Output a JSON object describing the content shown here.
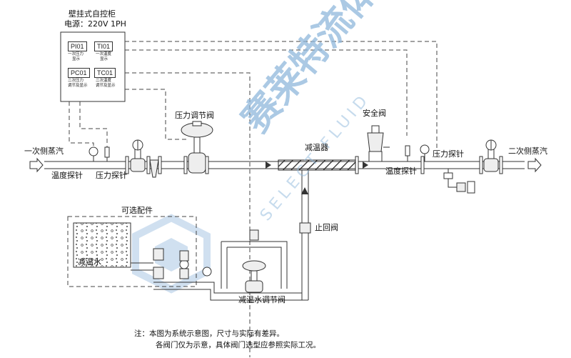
{
  "cabinet": {
    "title": "壁挂式自控柜",
    "power": "电源：220V 1PH",
    "instruments": [
      {
        "tag": "PI01",
        "desc1": "一次压力",
        "desc2": "显示"
      },
      {
        "tag": "TI01",
        "desc1": "一次温度",
        "desc2": "显示"
      },
      {
        "tag": "PC01",
        "desc1": "二次压力",
        "desc2": "调节及显示"
      },
      {
        "tag": "TC01",
        "desc1": "二次温度",
        "desc2": "调节及显示"
      }
    ]
  },
  "labels": {
    "inlet": "一次侧蒸汽",
    "outlet": "二次侧蒸汽",
    "temp_probe_left": "温度探针",
    "pressure_probe_left": "压力探针",
    "pressure_valve": "压力调节阀",
    "desuperheater": "减温器",
    "safety_valve": "安全阀",
    "pressure_probe_right": "压力探针",
    "temp_probe_right": "温度探针",
    "check_valve": "止回阀",
    "optional": "可选配件",
    "water_tank": "减温水",
    "water_valve": "减温水调节阀"
  },
  "notes": [
    "注：本图为系统示意图，尺寸与实际有差异。",
    "各阀门仅为示意，具体阀门选型应参照实际工况。"
  ],
  "watermark": {
    "cn": "赛莱特流体",
    "en": "SELECT FLUID"
  },
  "colors": {
    "line": "#333333",
    "valve_fill": "#eeeeee",
    "watermark": "#8fb8dc"
  }
}
